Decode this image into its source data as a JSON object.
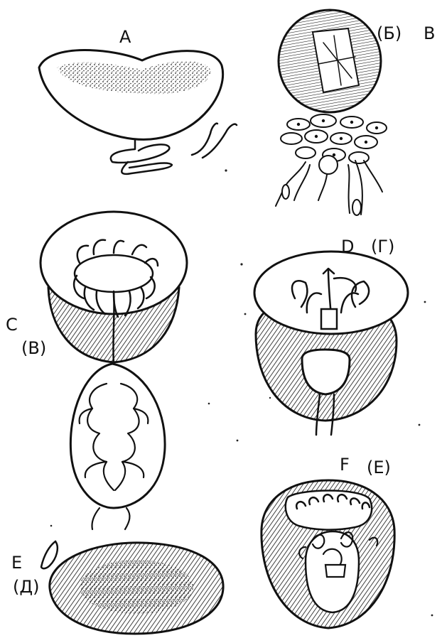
{
  "labels": {
    "a": "A",
    "b_paren": "(Б)",
    "b": "В",
    "c": "C",
    "c_paren": "(В)",
    "d": "D",
    "d_paren": "(Г)",
    "e": "E",
    "e_paren": "(Д)",
    "f": "F",
    "f_paren": "(Е)"
  }
}
